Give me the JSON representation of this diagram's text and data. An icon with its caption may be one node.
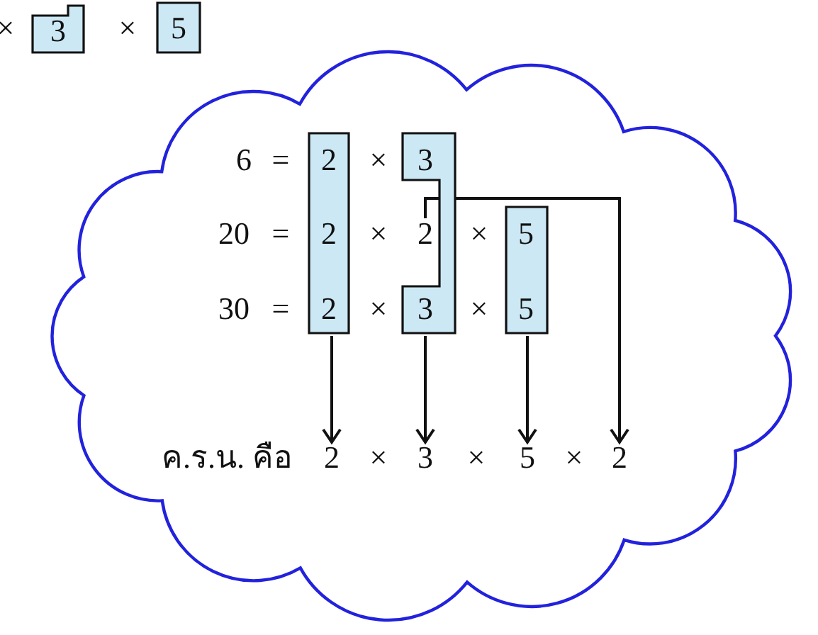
{
  "diagram": {
    "nodes": [
      {
        "text": [
          "3"
        ]
      },
      {
        "text": [
          "5"
        ]
      },
      {
        "text": [],
        "shape": "cloud"
      },
      {
        "text": [
          "2",
          "2",
          "2"
        ],
        "in": 2
      },
      {
        "text": [
          "3",
          "3"
        ],
        "in": 2
      },
      {
        "text": [
          "2"
        ],
        "in": 2
      },
      {
        "text": [
          "5",
          "5"
        ],
        "in": 2
      },
      {
        "text": [
          "2"
        ],
        "in": 2
      },
      {
        "text": [
          "3"
        ],
        "in": 2
      },
      {
        "text": [
          "5"
        ],
        "in": 2
      },
      {
        "text": [
          "2"
        ],
        "in": 2
      }
    ],
    "edges": [
      {
        "from": 3,
        "to": 7,
        "arrow": "to"
      },
      {
        "from": 4,
        "to": 8,
        "arrow": "to"
      },
      {
        "from": 6,
        "to": 9,
        "arrow": "to"
      },
      {
        "from": 5,
        "to": 10,
        "arrow": "to"
      }
    ],
    "labels": [
      "×",
      "×",
      "6",
      "=",
      "×",
      "20",
      "=",
      "×",
      "×",
      "30",
      "=",
      "×",
      "×",
      "ค.ร.น. คือ",
      "×",
      "×",
      "×"
    ]
  }
}
